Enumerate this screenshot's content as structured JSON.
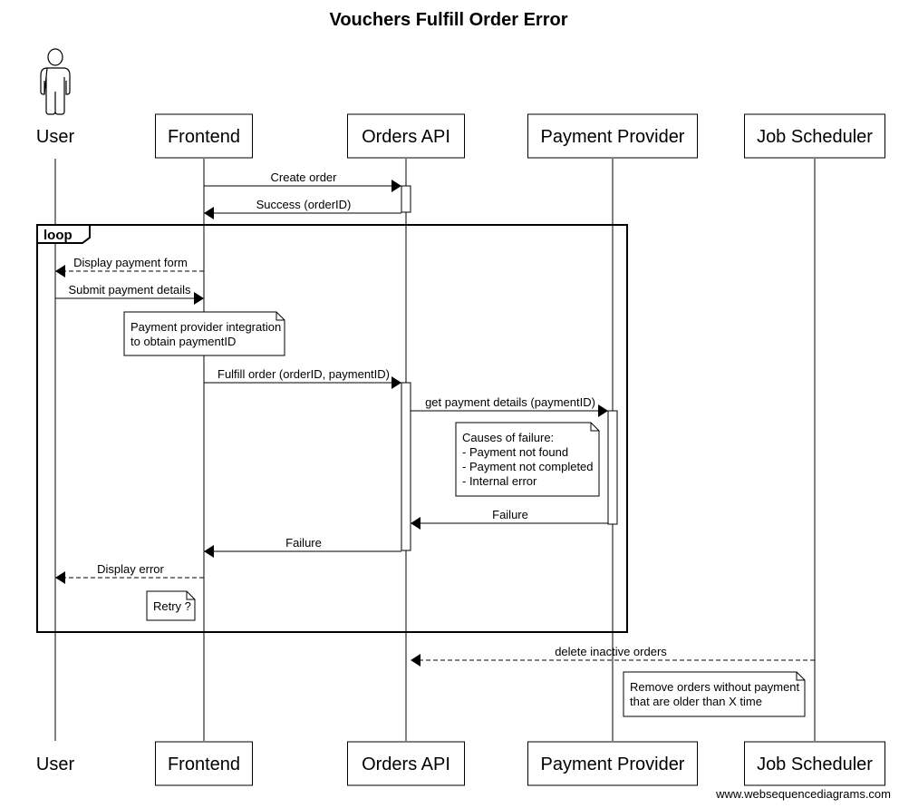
{
  "title": "Vouchers Fulfill Order Error",
  "participants": [
    {
      "id": "user",
      "label": "User",
      "kind": "actor"
    },
    {
      "id": "frontend",
      "label": "Frontend",
      "kind": "box"
    },
    {
      "id": "orders",
      "label": "Orders API",
      "kind": "box"
    },
    {
      "id": "payment",
      "label": "Payment Provider",
      "kind": "box"
    },
    {
      "id": "scheduler",
      "label": "Job Scheduler",
      "kind": "box"
    }
  ],
  "messages": [
    {
      "from": "frontend",
      "to": "orders",
      "label": "Create order",
      "style": "solid"
    },
    {
      "from": "orders",
      "to": "frontend",
      "label": "Success (orderID)",
      "style": "solid"
    },
    {
      "from": "frontend",
      "to": "user",
      "label": "Display payment form",
      "style": "dashed"
    },
    {
      "from": "user",
      "to": "frontend",
      "label": "Submit payment details",
      "style": "solid"
    },
    {
      "from": "frontend",
      "to": "orders",
      "label": "Fulfill order (orderID, paymentID)",
      "style": "solid"
    },
    {
      "from": "orders",
      "to": "payment",
      "label": "get payment details (paymentID)",
      "style": "solid"
    },
    {
      "from": "payment",
      "to": "orders",
      "label": "Failure",
      "style": "solid"
    },
    {
      "from": "orders",
      "to": "frontend",
      "label": "Failure",
      "style": "solid"
    },
    {
      "from": "frontend",
      "to": "user",
      "label": "Display error",
      "style": "dashed"
    },
    {
      "from": "scheduler",
      "to": "orders",
      "label": "delete inactive orders",
      "style": "dashed"
    }
  ],
  "notes": [
    {
      "lines": [
        "Payment provider integration",
        "to obtain paymentID"
      ]
    },
    {
      "lines": [
        "Causes of failure:",
        "- Payment not found",
        "- Payment not completed",
        "- Internal error"
      ]
    },
    {
      "lines": [
        "Retry ?"
      ]
    },
    {
      "lines": [
        "Remove orders without payment",
        "that are older than X time"
      ]
    }
  ],
  "loop": {
    "label": "loop"
  },
  "watermark": "www.websequencediagrams.com"
}
